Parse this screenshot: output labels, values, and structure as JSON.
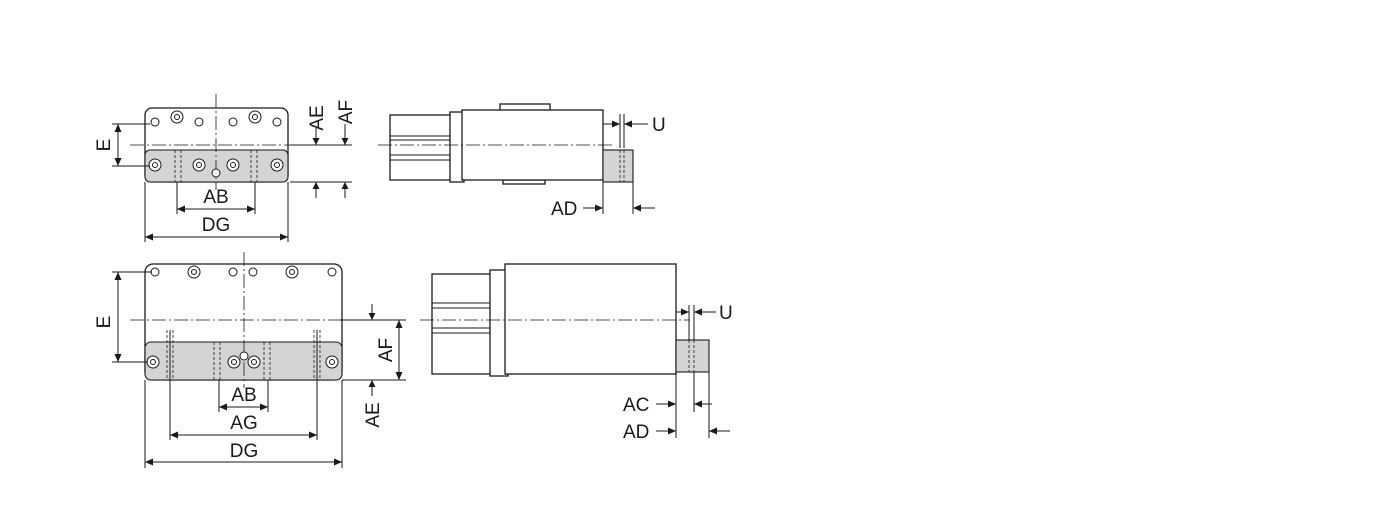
{
  "labels": {
    "e": "E",
    "ae": "AE",
    "af": "AF",
    "ab": "AB",
    "dg": "DG",
    "ag": "AG",
    "ac": "AC",
    "ad": "AD",
    "u": "U"
  }
}
